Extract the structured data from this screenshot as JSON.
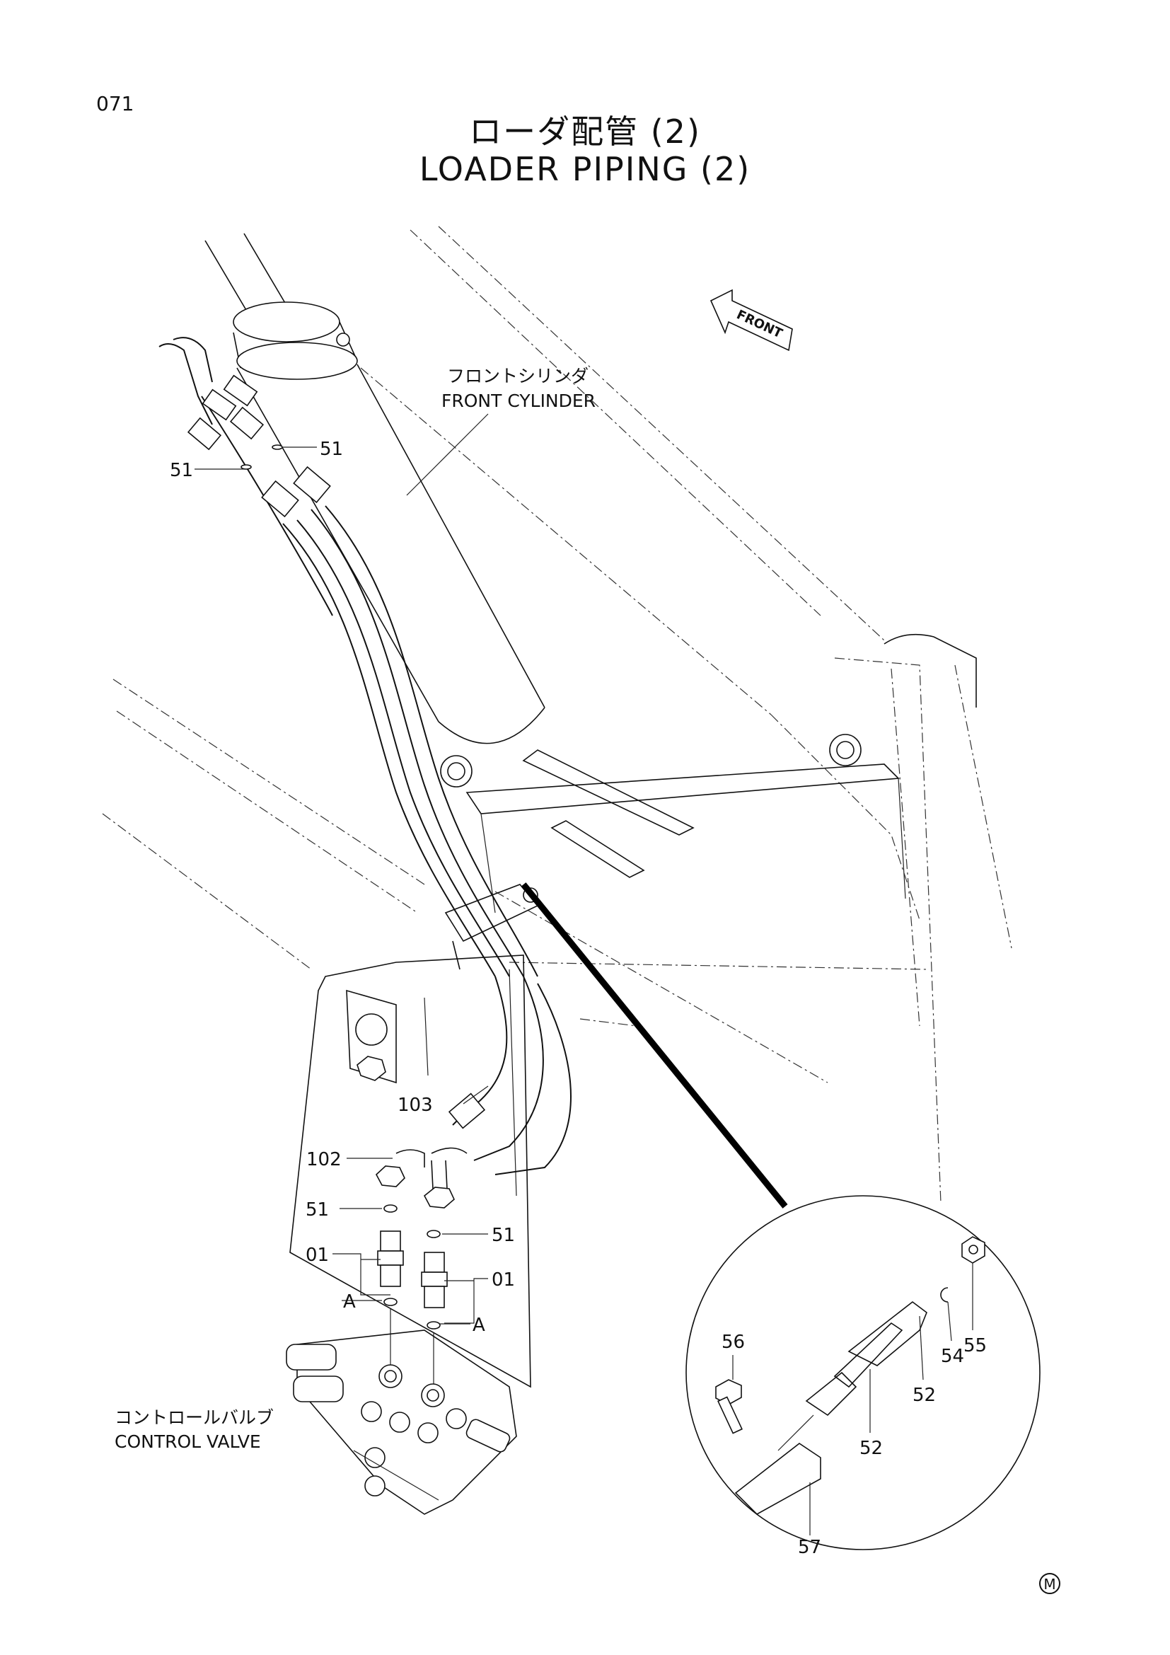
{
  "page": {
    "number": "071",
    "title_jp": "ローダ配管 (2)",
    "title_en": "LOADER PIPING (2)",
    "mark": "M"
  },
  "front_arrow": {
    "label": "FRONT"
  },
  "captions": {
    "front_cylinder_jp": "フロントシリンダ",
    "front_cylinder_en": "FRONT CYLINDER",
    "control_valve_jp": "コントロールバルブ",
    "control_valve_en": "CONTROL VALVE"
  },
  "callouts": {
    "c51_top_left": "51",
    "c51_top_right": "51",
    "c103": "103",
    "c102": "102",
    "c51_mid_left": "51",
    "c51_mid_right": "51",
    "c01_left": "01",
    "c01_right": "01",
    "cA_left": "A",
    "cA_right": "A",
    "c56": "56",
    "c55": "55",
    "c54": "54",
    "c52_upper": "52",
    "c52_lower": "52",
    "c57": "57"
  }
}
